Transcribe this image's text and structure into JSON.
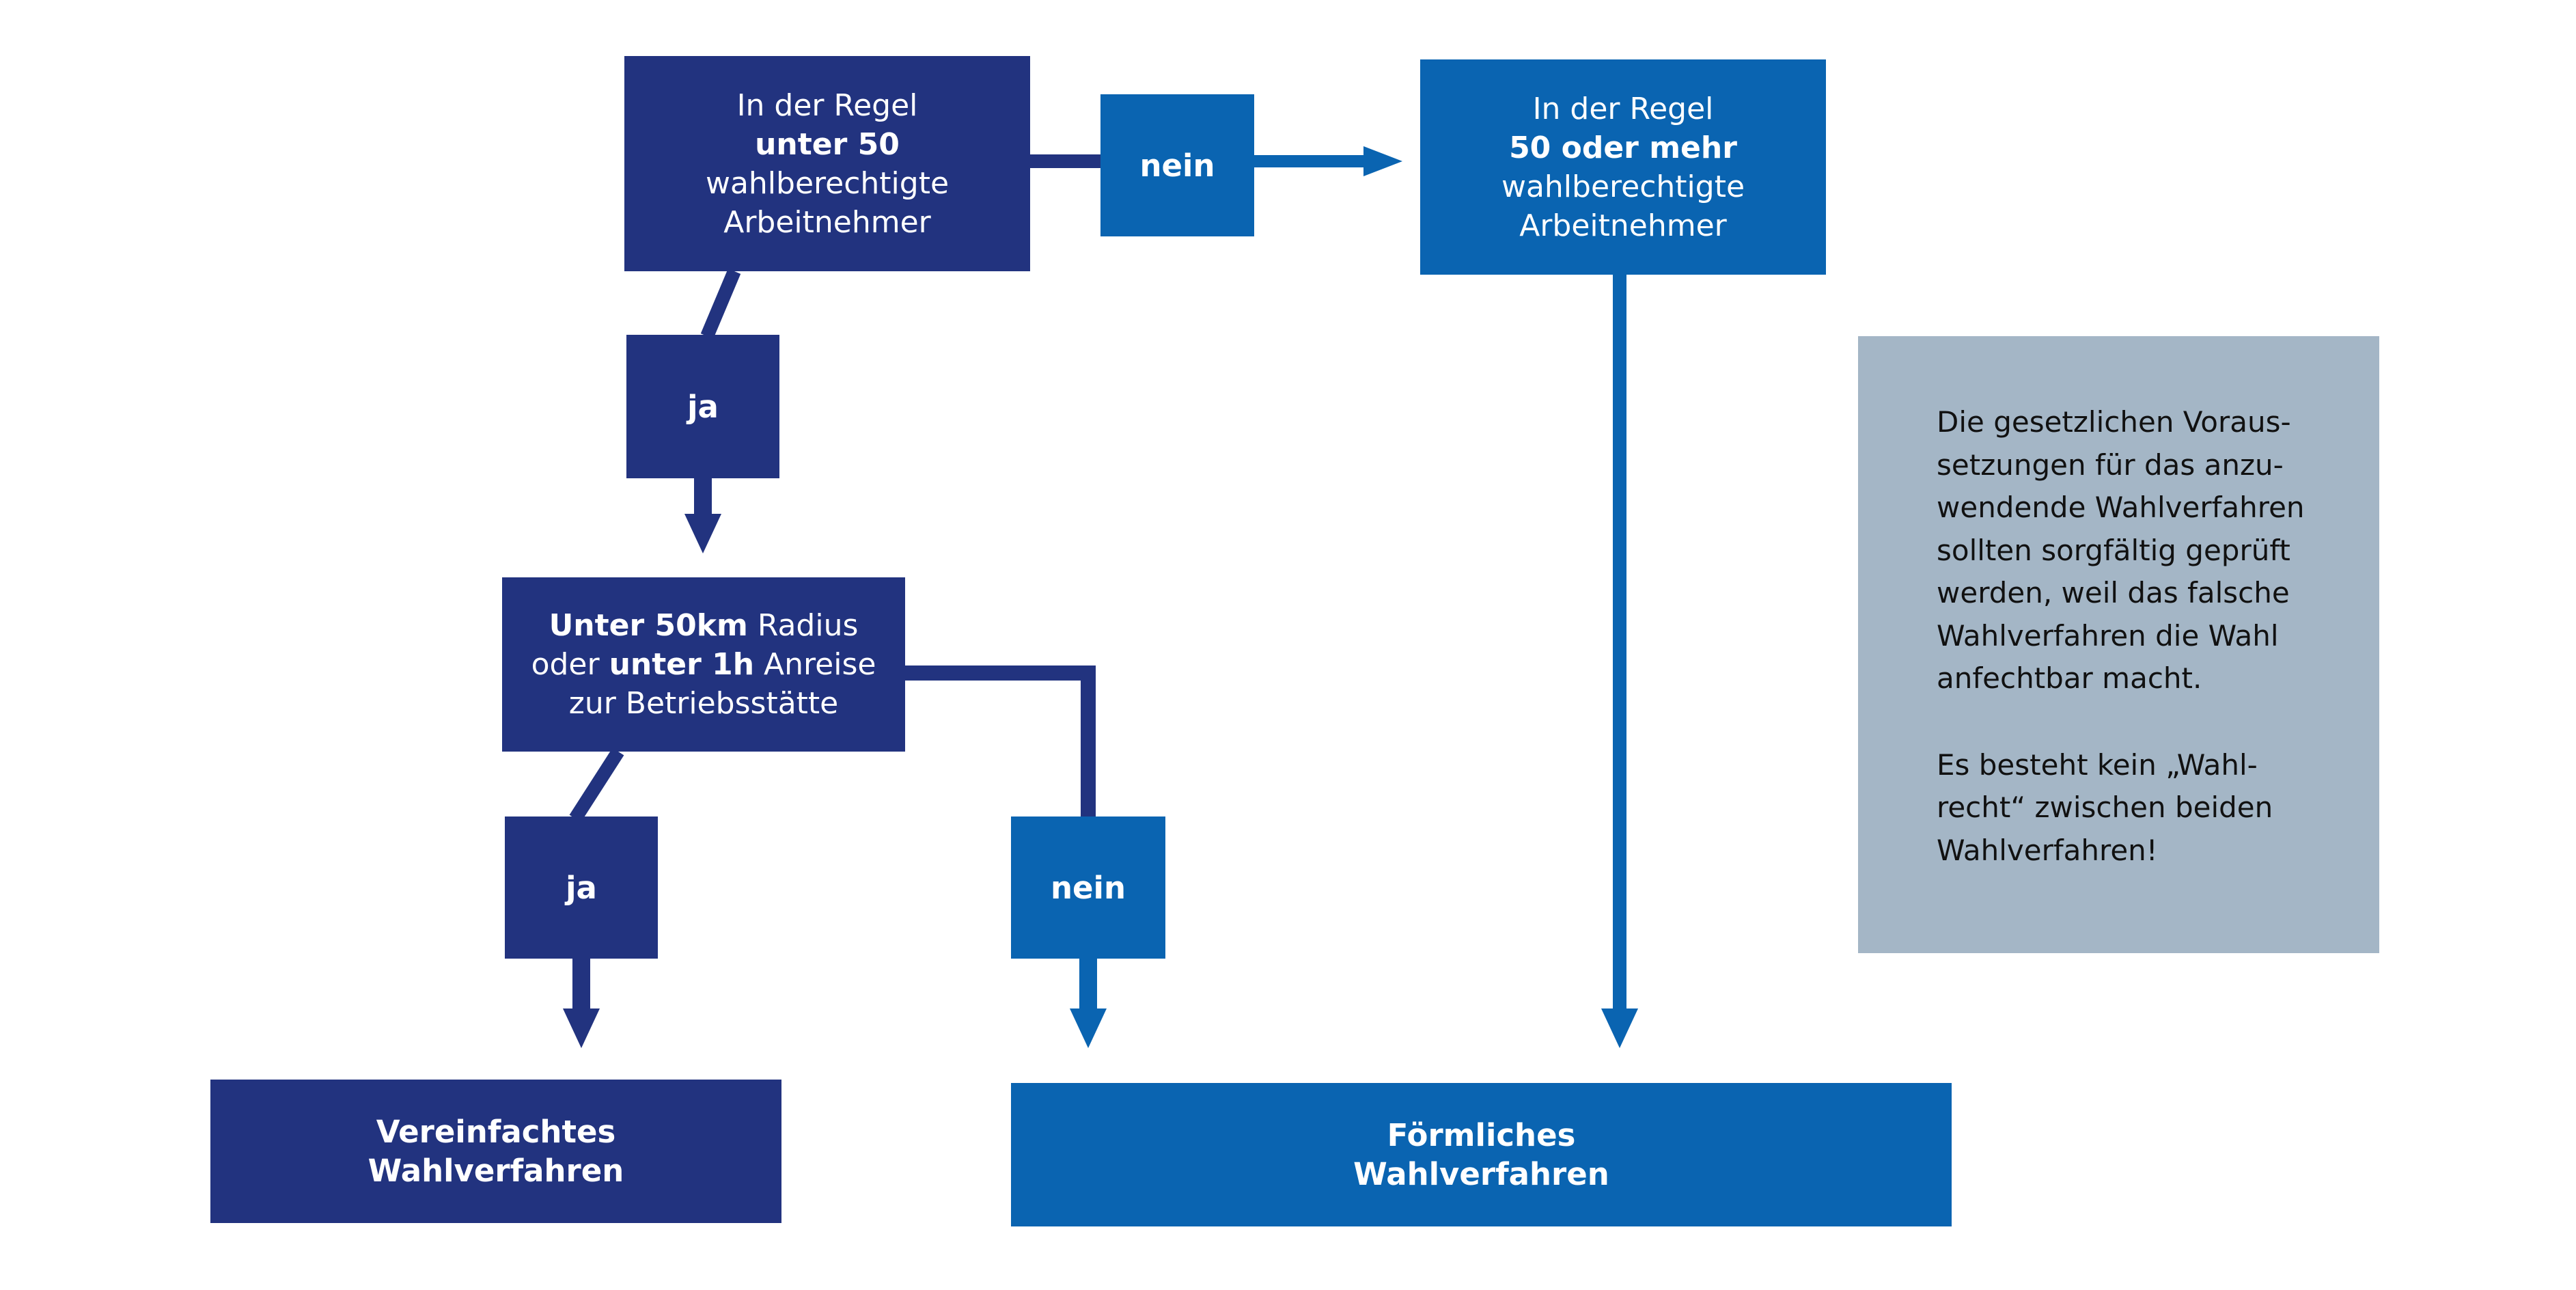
{
  "colors": {
    "dark_blue": "#22337f",
    "medium_blue": "#0a64b1",
    "note_grey": "#a4b6c6"
  },
  "start_box": {
    "line1": "In der Regel",
    "line2": "unter 50",
    "line3": "wahlberechtigte",
    "line4": "Arbeitnehmer"
  },
  "right_box": {
    "line1": "In der Regel",
    "line2": "50 oder mehr",
    "line3": "wahlberechtigte",
    "line4": "Arbeitnehmer"
  },
  "nein_top": "nein",
  "ja_top": "ja",
  "distance_box": {
    "line1_bold": "Unter 50km",
    "line1_rest": " Radius",
    "line2_pre": "oder ",
    "line2_bold": "unter 1h",
    "line2_rest": " Anreise",
    "line3": "zur Betriebsstätte"
  },
  "ja_bottom": "ja",
  "nein_bottom": "nein",
  "result_simple": {
    "line1": "Vereinfachtes",
    "line2": "Wahlverfahren"
  },
  "result_formal": {
    "line1": "Förmliches",
    "line2": "Wahlverfahren"
  },
  "note": {
    "para1": [
      "Die gesetzlichen Voraus-",
      "setzungen für das anzu-",
      "wendende Wahlverfahren",
      "sollten sorgfältig geprüft",
      "werden, weil das falsche",
      "Wahlverfahren die Wahl",
      "anfechtbar macht."
    ],
    "para2": [
      "Es besteht kein „Wahl-",
      "recht“ zwischen beiden",
      "Wahlverfahren!"
    ]
  }
}
